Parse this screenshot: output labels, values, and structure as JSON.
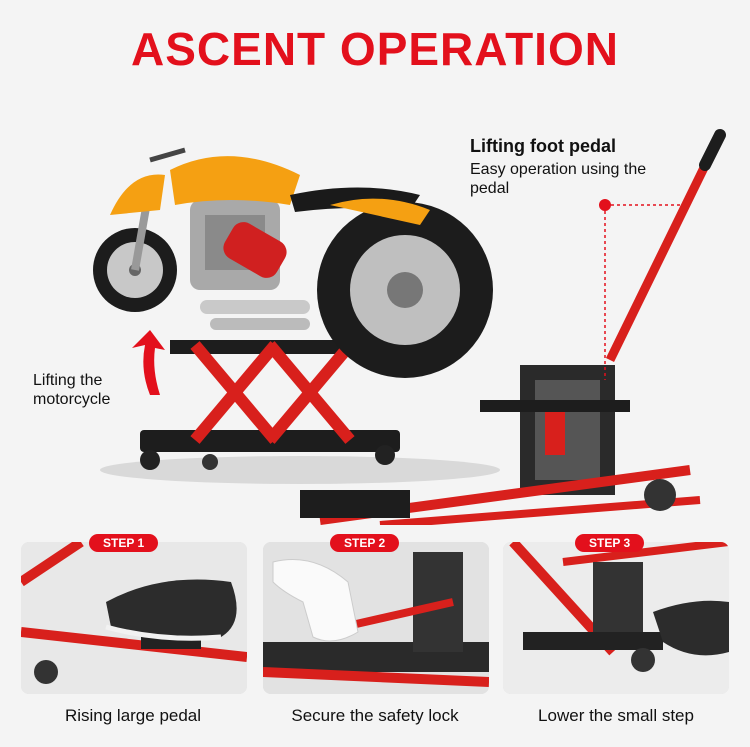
{
  "header": {
    "title": "ASCENT OPERATION"
  },
  "callout": {
    "title": "Lifting foot pedal",
    "text": "Easy operation using the pedal"
  },
  "lift_label": "Lifting the motorcycle",
  "steps": [
    {
      "badge": "STEP 1",
      "caption": "Rising large pedal"
    },
    {
      "badge": "STEP 2",
      "caption": "Secure the safety lock"
    },
    {
      "badge": "STEP 3",
      "caption": "Lower the small step"
    }
  ],
  "colors": {
    "accent": "#e3101c",
    "frame": "#d8201c",
    "tank": "#f5a012",
    "tire": "#1c1c1c"
  }
}
